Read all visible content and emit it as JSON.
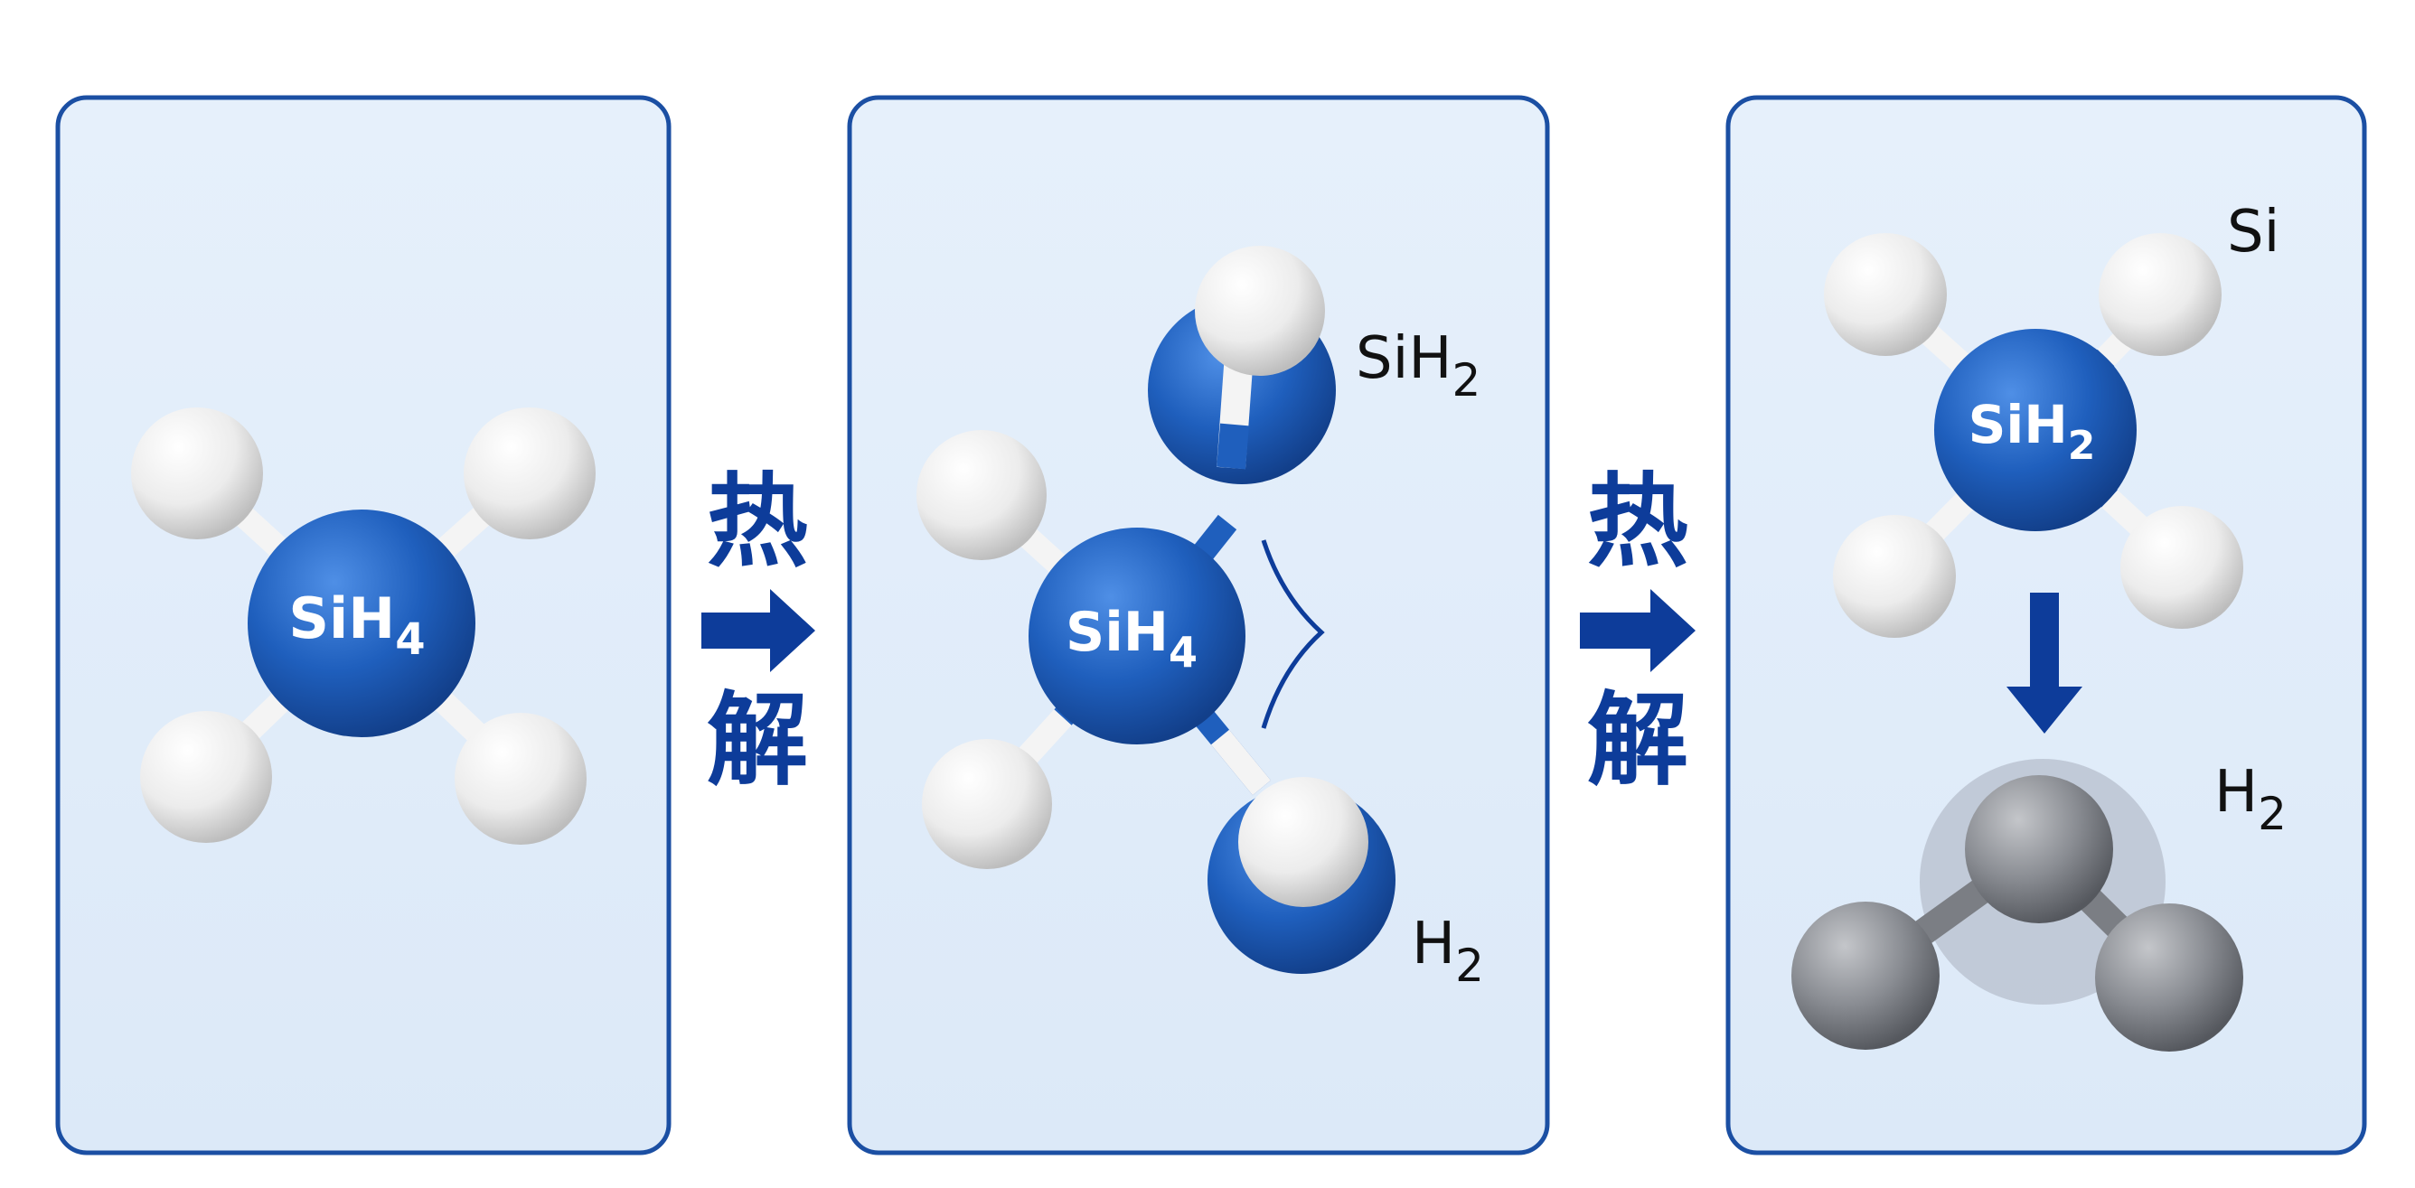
{
  "panels": [
    {
      "center_atom": {
        "base": "SiH",
        "sub": "4"
      }
    },
    {
      "center_atom": {
        "base": "SiH",
        "sub": "4"
      },
      "labels": {
        "fragment_top": {
          "base": "SiH",
          "sub": "2"
        },
        "fragment_bottom": {
          "base": "H",
          "sub": "2"
        }
      }
    },
    {
      "center_atom": {
        "base": "SiH",
        "sub": "2"
      },
      "labels": {
        "top_right": "Si",
        "bottom_right": {
          "base": "H",
          "sub": "2"
        }
      }
    }
  ],
  "arrows": [
    {
      "top": "热",
      "bottom": "解"
    },
    {
      "top": "热",
      "bottom": "解"
    }
  ],
  "colors": {
    "panel_fill": "#e2eefb",
    "panel_border": "#1b4fa3",
    "si_atom": "#1f5fbd",
    "h_atom": "#f4f4f4",
    "arrow": "#0d3c9a",
    "gray_atom": "#8a8d93"
  }
}
